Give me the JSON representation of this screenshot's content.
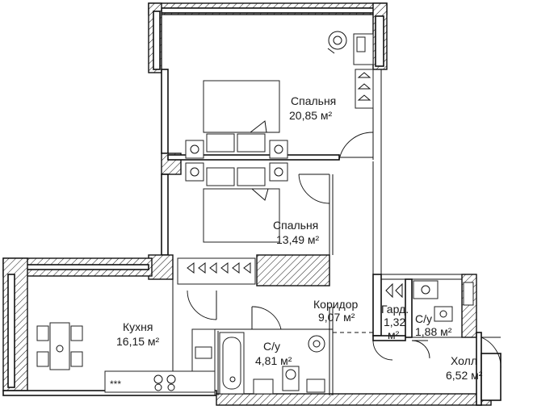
{
  "rooms": {
    "bedroom1": {
      "name": "Спальня",
      "area": "20,85 м²"
    },
    "bedroom2": {
      "name": "Спальня",
      "area": "13,49 м²"
    },
    "corridor": {
      "name": "Коридор",
      "area": "9,07 м²"
    },
    "kitchen": {
      "name": "Кухня",
      "area": "16,15 м²"
    },
    "bathroom": {
      "name": "С/у",
      "area": "4,81 м²"
    },
    "wardrobe": {
      "name": "Гард.",
      "area_num": "1,32",
      "area_unit": "м²"
    },
    "wc": {
      "name": "С/у",
      "area": "1,88 м²"
    },
    "hall": {
      "name": "Холл",
      "area": "6,52 м²"
    }
  },
  "stove_marks": "***"
}
